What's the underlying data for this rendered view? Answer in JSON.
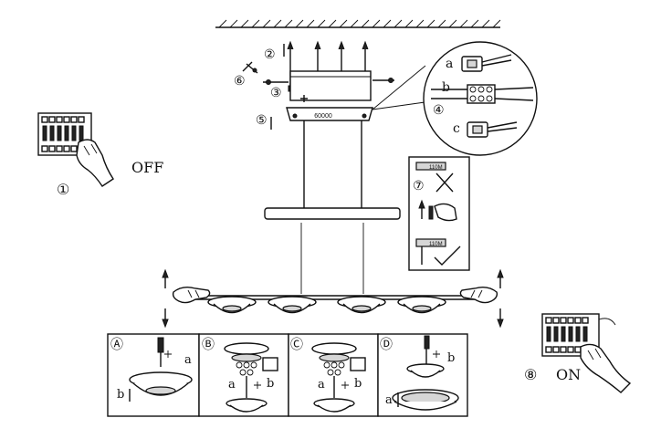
{
  "steps": {
    "s1": "①",
    "s2": "②",
    "s3": "③",
    "s4": "④",
    "s5": "⑤",
    "s6": "⑥",
    "s7": "⑦",
    "s8": "⑧"
  },
  "switch": {
    "off": "OFF",
    "on": "ON"
  },
  "zoom": {
    "a": "a",
    "b": "b",
    "c": "c"
  },
  "panels": {
    "A": {
      "title": "Ⓐ",
      "a": "a",
      "b": "b"
    },
    "B": {
      "title": "Ⓑ",
      "a": "a",
      "b": "b"
    },
    "C": {
      "title": "Ⓒ",
      "a": "a",
      "b": "b"
    },
    "D": {
      "title": "Ⓓ",
      "a": "a",
      "b": "b"
    }
  },
  "labels": {
    "box_mark": "60000",
    "tag_top": "110M",
    "tag_bottom": "110M"
  }
}
